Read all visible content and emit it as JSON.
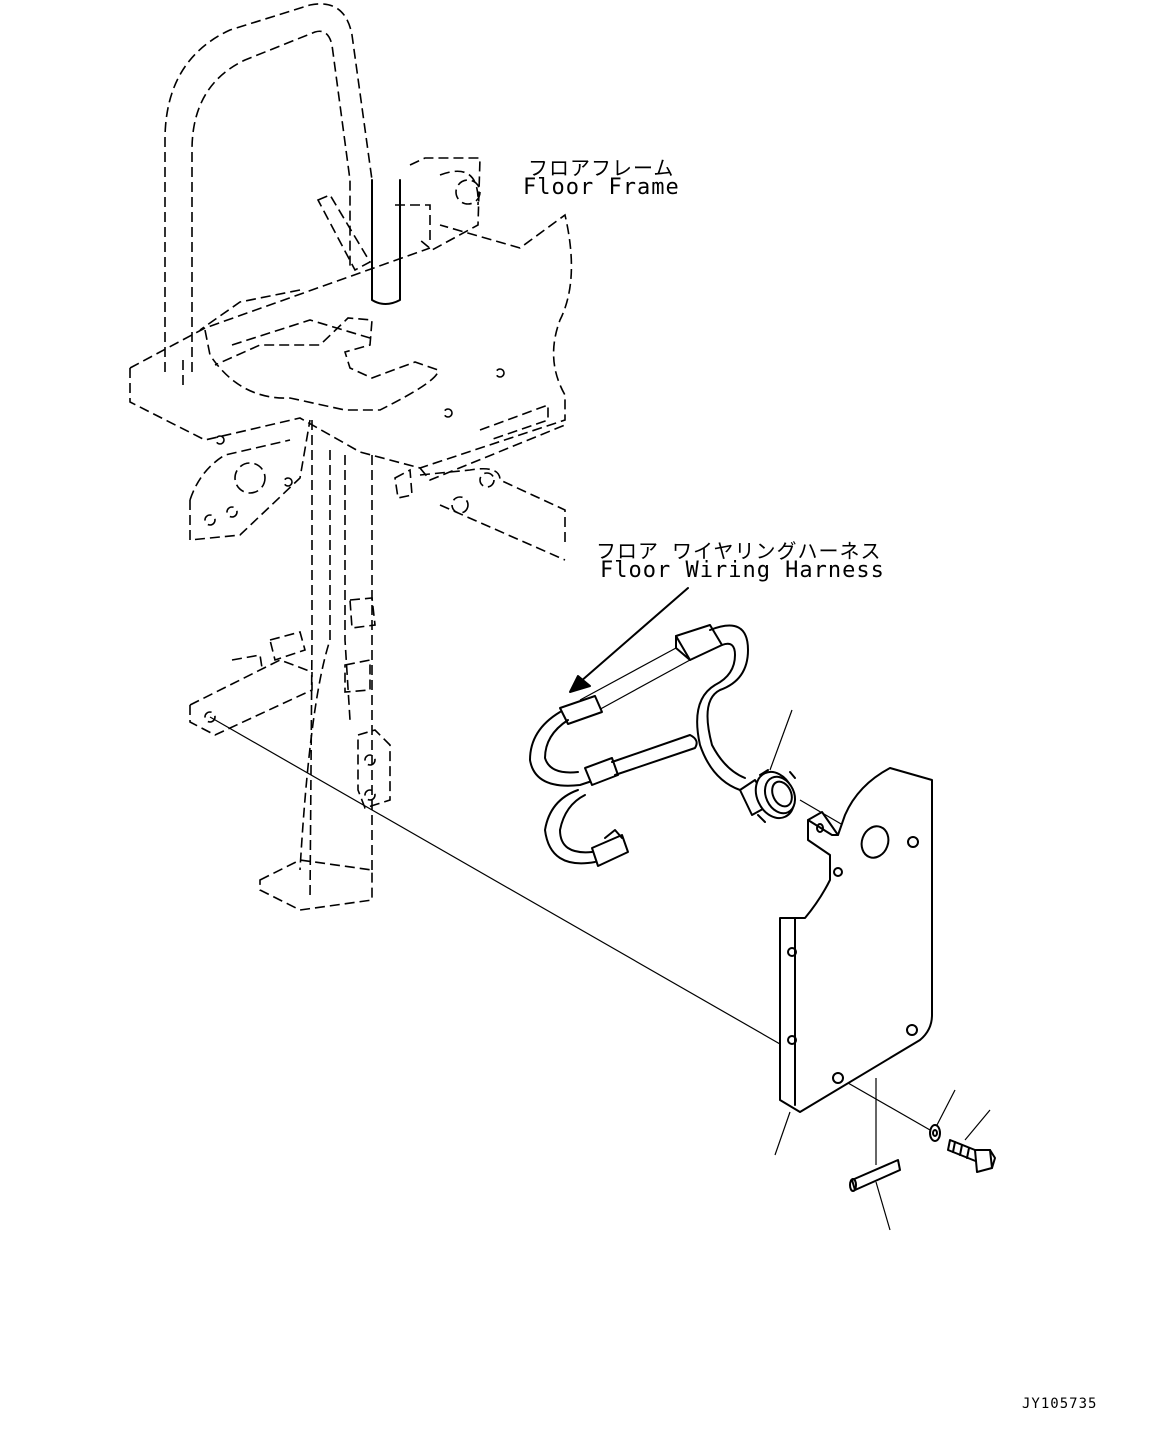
{
  "labels": {
    "floor_frame_ja": "フロアフレーム",
    "floor_frame_en": "Floor Frame",
    "floor_wiring_harness_ja": "フロア ワイヤリングハーネス",
    "floor_wiring_harness_en": "Floor Wiring Harness"
  },
  "drawing_code": "JY105735"
}
